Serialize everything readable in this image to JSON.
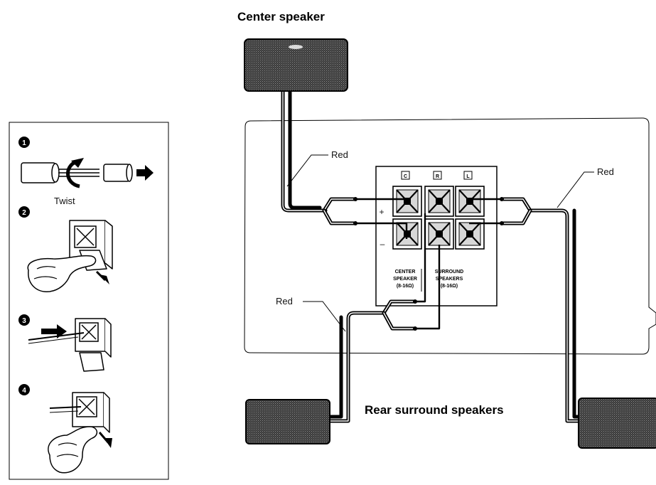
{
  "labels": {
    "center_speaker": "Center speaker",
    "rear_surround_speakers": "Rear surround speakers",
    "twist": "Twist",
    "red": "Red"
  },
  "steps": [
    "1",
    "2",
    "3",
    "4"
  ],
  "terminal_panel": {
    "channels": [
      "C",
      "R",
      "L"
    ],
    "plus": "+",
    "minus": "–",
    "center_label": [
      "CENTER",
      "SPEAKER",
      "(8-16Ω)"
    ],
    "surround_label": [
      "SURROUND",
      "SPEAKERS",
      "(8-16Ω)"
    ]
  }
}
